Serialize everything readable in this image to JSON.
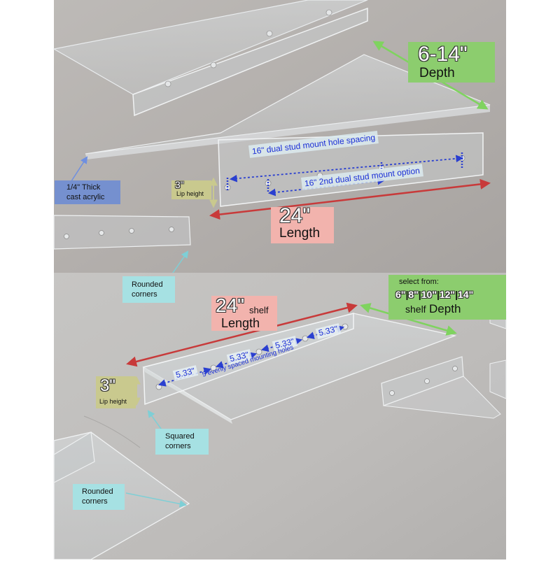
{
  "top_panel": {
    "depth": {
      "value": "6-14\"",
      "label": "Depth"
    },
    "length": {
      "value": "24\"",
      "label": "Length"
    },
    "lip": {
      "value": "3\"",
      "label": "Lip height"
    },
    "material": {
      "line1": "1/4\" Thick",
      "line2": "cast acrylic"
    },
    "hole_spacing_1": "16\" dual stud mount hole spacing",
    "hole_spacing_2": "16\"  2nd dual stud mount option",
    "rounded_corners": {
      "line1": "Rounded",
      "line2": "corners"
    }
  },
  "bottom_panel": {
    "depth_select": {
      "title": "select from:",
      "options": [
        "6\"",
        "8\"",
        "10\"",
        "12\"",
        "14\""
      ],
      "separator": "|",
      "label_small": "shelf",
      "label_big": "Depth"
    },
    "length": {
      "value": "24\"",
      "suffix": "shelf",
      "label": "Length"
    },
    "lip": {
      "value": "3\"",
      "label": "Lip height"
    },
    "spacing": [
      "5.33\"",
      "5.33\"",
      "5.33\"",
      "5.33\""
    ],
    "mounting_note": "5 evenly spaced mounting holes",
    "squared_corners": {
      "line1": "Squared",
      "line2": "corners"
    },
    "rounded_corners": {
      "line1": "Rounded",
      "line2": "corners"
    }
  },
  "colors": {
    "green_label": "#8ccd6e",
    "pink_label": "#f2b3ad",
    "olive_label": "#c9c98e",
    "teal_label": "#a6e1e3",
    "blue_label": "#7590cf",
    "annotation_blue": "#1b2fd6",
    "arrow_red": "#c83a3a",
    "arrow_green": "#7fd35f",
    "arrow_teal": "#7ecfd6"
  }
}
